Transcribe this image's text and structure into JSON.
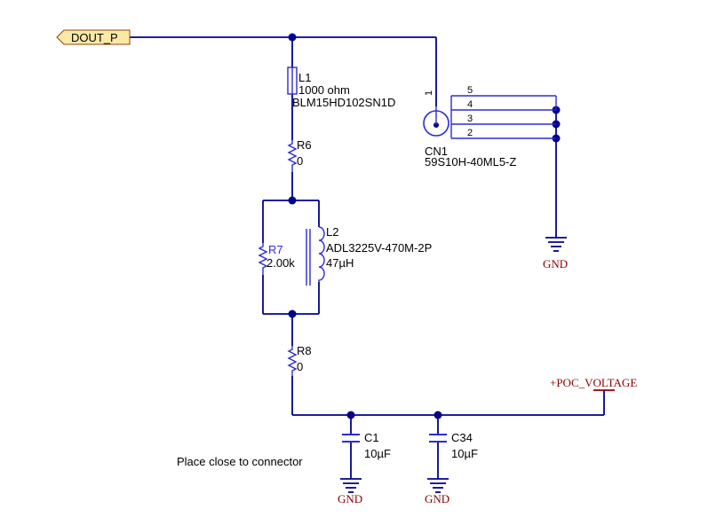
{
  "nets": {
    "dout": "DOUT_P",
    "poc": "+POC_VOLTAGE",
    "gnd": "GND"
  },
  "components": {
    "l1": {
      "ref": "L1",
      "value": "1000 ohm",
      "part": "BLM15HD102SN1D"
    },
    "r6": {
      "ref": "R6",
      "value": "0"
    },
    "r7": {
      "ref": "R7",
      "value": "2.00k"
    },
    "l2": {
      "ref": "L2",
      "part": "ADL3225V-470M-2P",
      "value": "47µH"
    },
    "r8": {
      "ref": "R8",
      "value": "0"
    },
    "c1": {
      "ref": "C1",
      "value": "10µF"
    },
    "c34": {
      "ref": "C34",
      "value": "10µF"
    },
    "cn1": {
      "ref": "CN1",
      "part": "59S10H-40ML5-Z",
      "pins": [
        "1",
        "5",
        "4",
        "3",
        "2"
      ]
    }
  },
  "note": "Place close to connector",
  "colors": {
    "wire": "#00008b",
    "component": "#2b2bd6",
    "power_label": "#8b0000",
    "net_label_fill": "#fde9a6"
  }
}
